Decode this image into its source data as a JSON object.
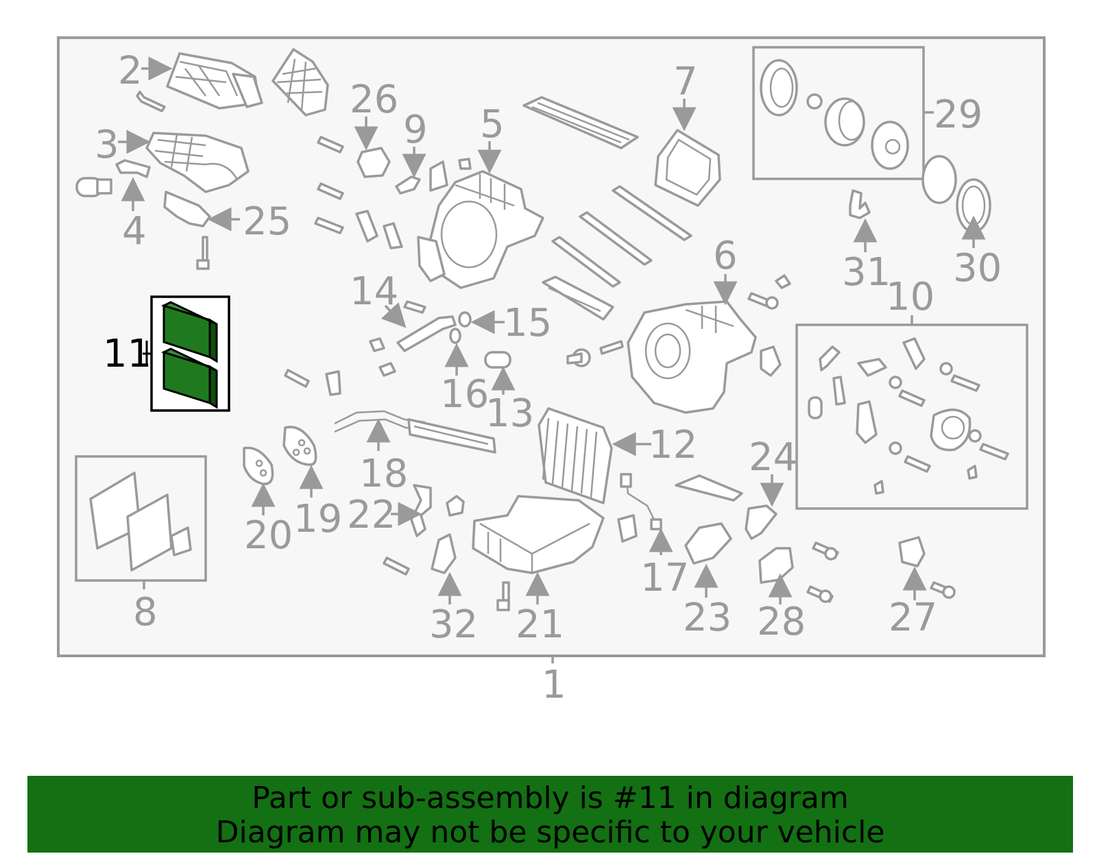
{
  "diagram": {
    "highlighted_part": "11",
    "callouts": [
      "1",
      "2",
      "3",
      "4",
      "5",
      "6",
      "7",
      "8",
      "9",
      "10",
      "11",
      "12",
      "13",
      "14",
      "15",
      "16",
      "17",
      "18",
      "19",
      "20",
      "21",
      "22",
      "23",
      "24",
      "25",
      "26",
      "27",
      "28",
      "29",
      "30",
      "31",
      "32"
    ]
  },
  "colors": {
    "banner_bg": "#137013",
    "highlight_fill": "#1f7a1f",
    "line_gray": "#9a9a9a",
    "panel_bg": "#f7f7f7"
  },
  "banner": {
    "line1": "Part or sub-assembly is #11 in diagram",
    "line2": "Diagram may not be specific to your vehicle"
  }
}
